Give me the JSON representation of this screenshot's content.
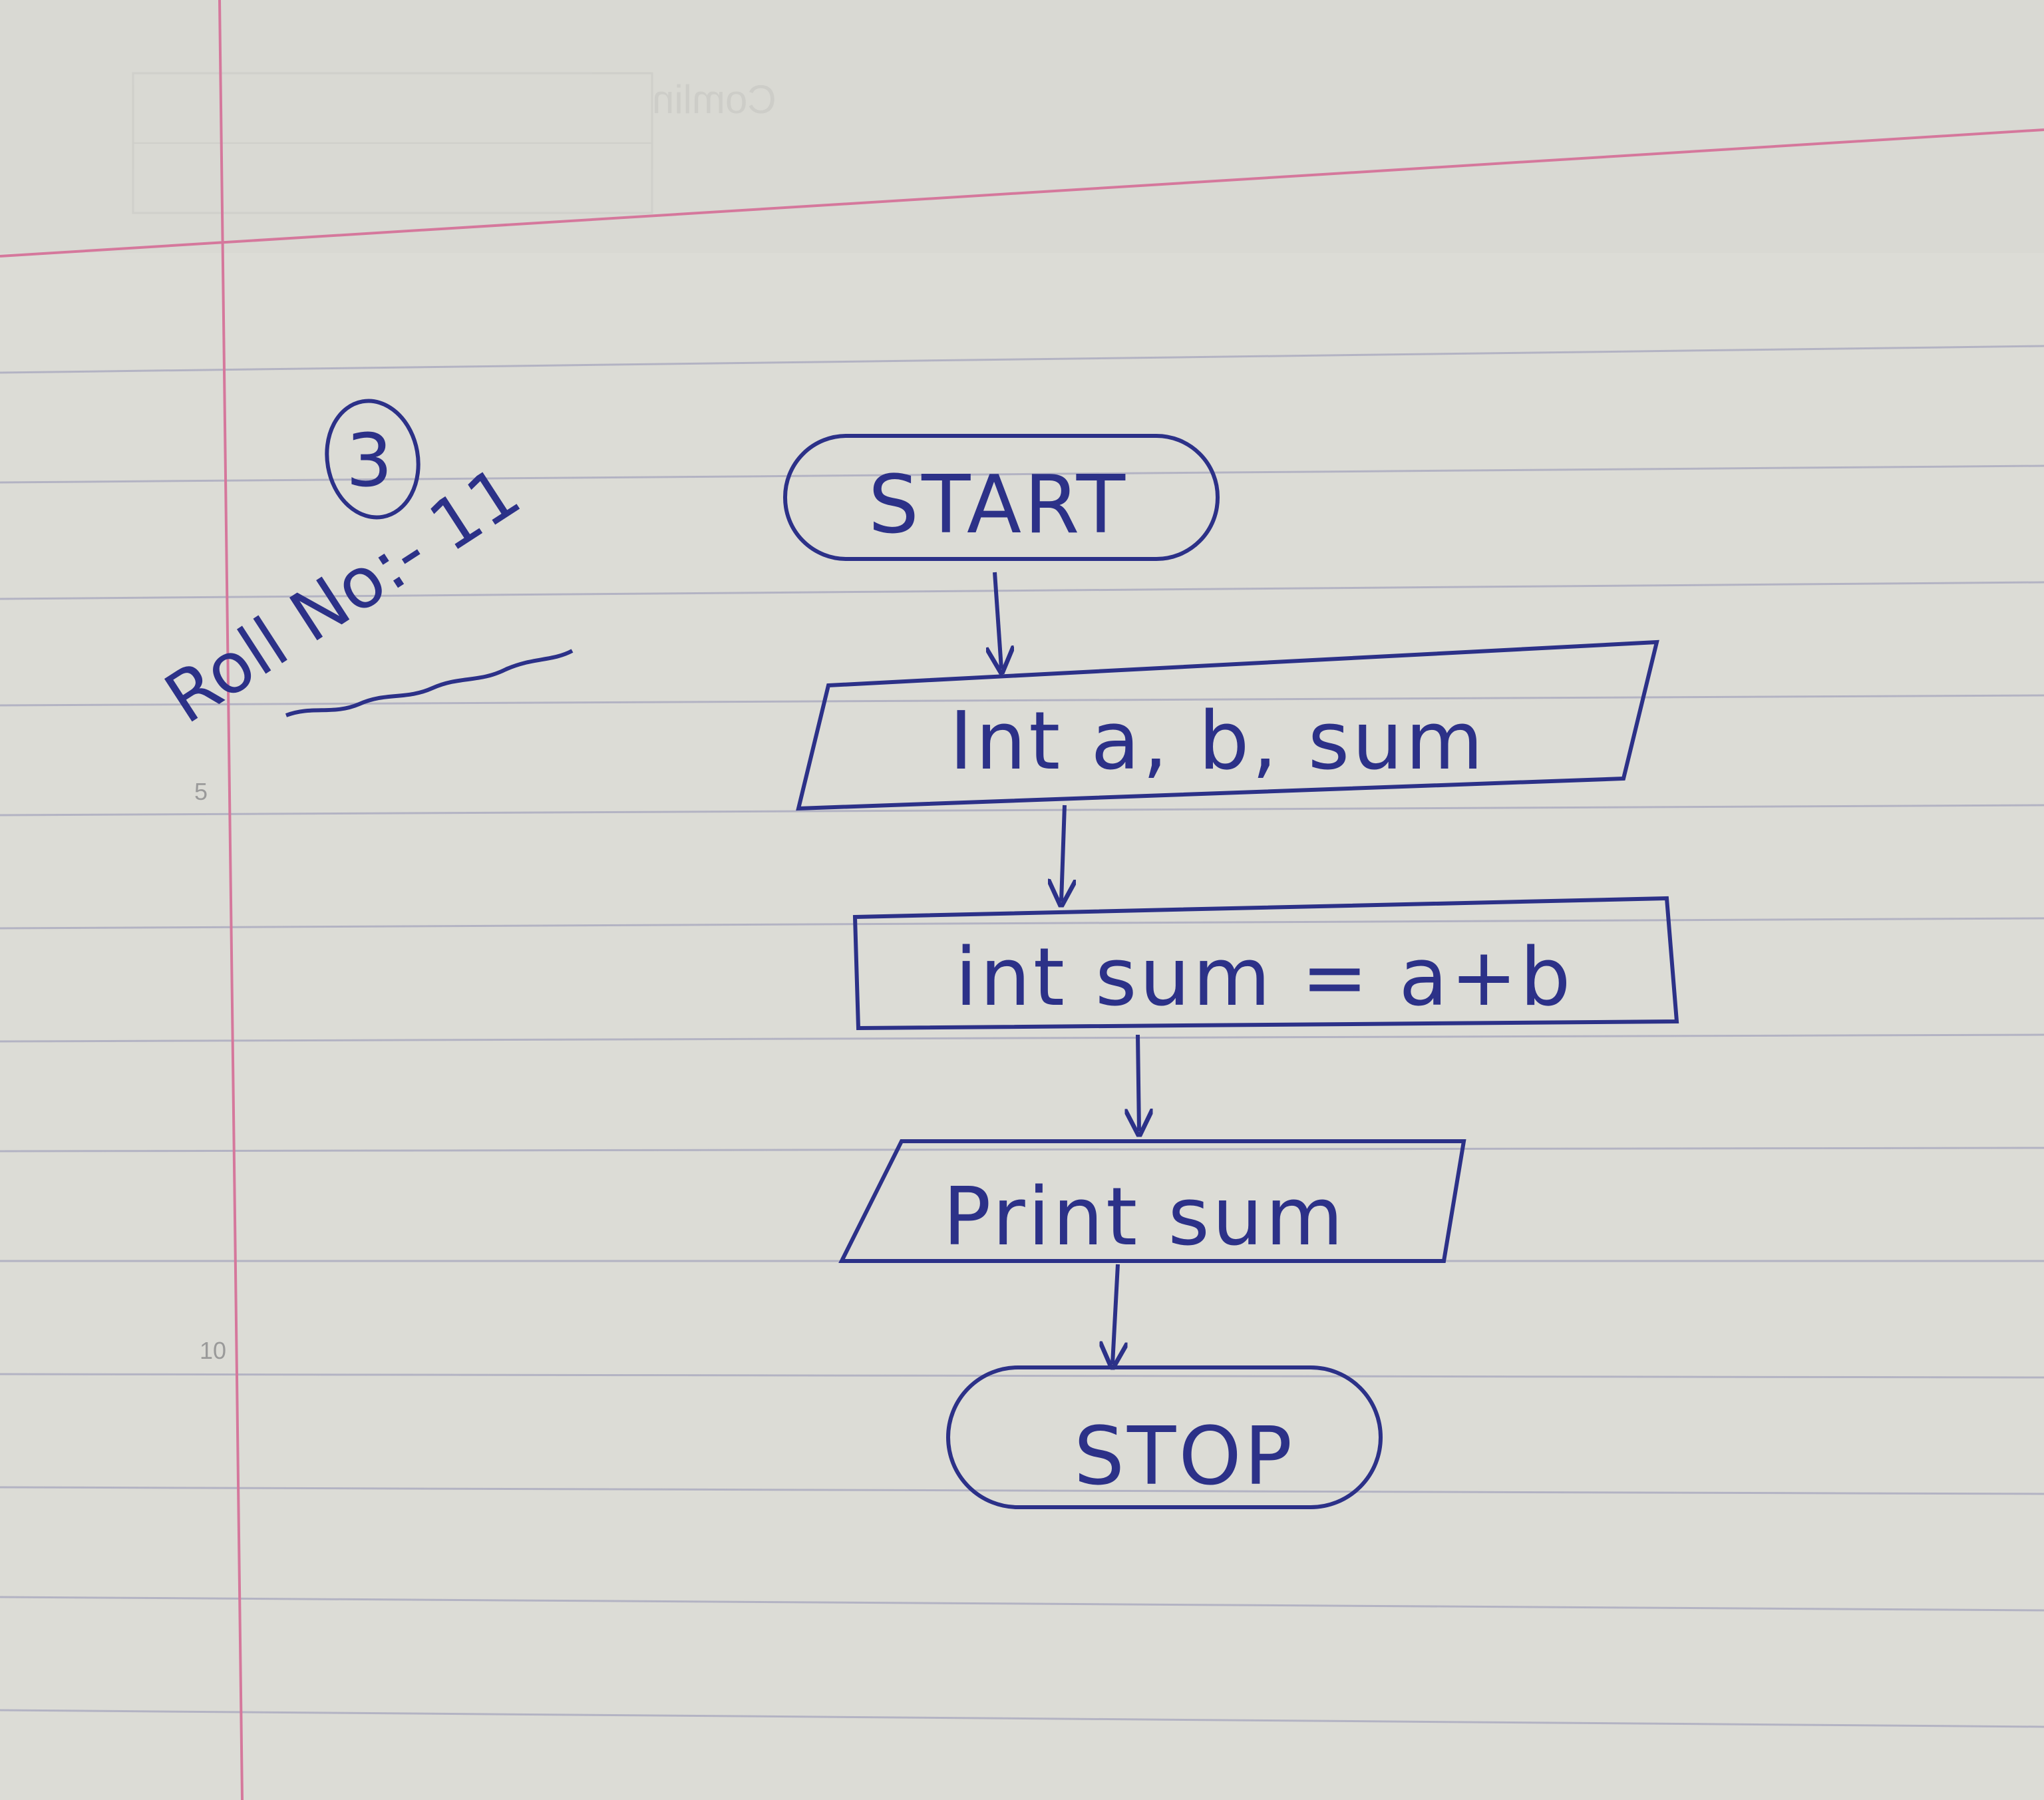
{
  "page": {
    "question_number": "3",
    "roll_no": "Roll No:- 11",
    "margin_numbers": [
      "5",
      "10"
    ],
    "header_stamp": "Comlin",
    "colors": {
      "paper": "#dcdcd6",
      "ruled_line": "#b3b3c3",
      "margin_line": "#d5789c",
      "ink": "#2c3188"
    }
  },
  "flowchart": {
    "nodes": [
      {
        "id": "start",
        "shape": "terminator",
        "label": "START"
      },
      {
        "id": "input",
        "shape": "parallelogram",
        "label": "Int a, b, sum"
      },
      {
        "id": "process",
        "shape": "rectangle",
        "label": "int sum = a+b"
      },
      {
        "id": "output",
        "shape": "parallelogram",
        "label": "Print sum"
      },
      {
        "id": "stop",
        "shape": "terminator",
        "label": "STOP"
      }
    ],
    "edges": [
      {
        "from": "start",
        "to": "input"
      },
      {
        "from": "input",
        "to": "process"
      },
      {
        "from": "process",
        "to": "output"
      },
      {
        "from": "output",
        "to": "stop"
      }
    ]
  }
}
